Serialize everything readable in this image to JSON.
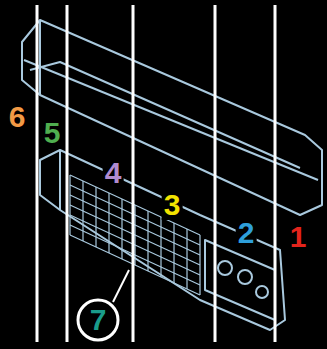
{
  "diagram": {
    "nodes": [
      {
        "text": [
          "7"
        ]
      }
    ],
    "labels": [
      "6",
      "5",
      "4",
      "3",
      "2",
      "1"
    ]
  }
}
